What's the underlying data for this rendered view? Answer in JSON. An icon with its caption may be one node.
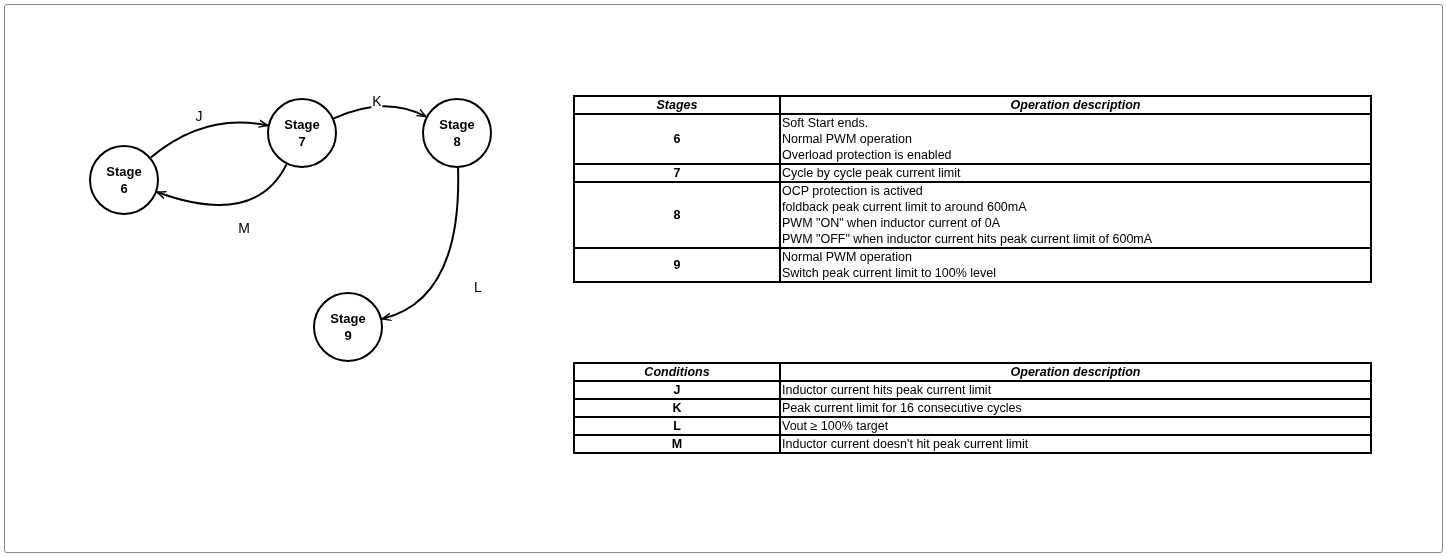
{
  "diagram": {
    "nodes": [
      {
        "text": [
          "Stage 6"
        ]
      },
      {
        "text": [
          "Stage 7"
        ]
      },
      {
        "text": [
          "Stage 8"
        ]
      },
      {
        "text": [
          "Stage 9"
        ]
      }
    ],
    "edges": [
      {
        "from": 0,
        "to": 1,
        "arrow": "to",
        "label": "J"
      },
      {
        "from": 1,
        "to": 2,
        "arrow": "to",
        "label": "K"
      },
      {
        "from": 2,
        "to": 3,
        "arrow": "to",
        "label": "L"
      },
      {
        "from": 1,
        "to": 0,
        "arrow": "to",
        "label": "M"
      }
    ],
    "labels": [
      "Stages",
      "Operation description",
      "6",
      "Soft Start ends.",
      "Normal PWM operation",
      "Overload protection is enabled",
      "7",
      "Cycle by cycle peak current limit",
      "8",
      "OCP protection is actived",
      "foldback peak current limit to around 600mA",
      "PWM \"ON\" when inductor current of 0A",
      "PWM \"OFF\" when inductor current hits peak current limit of 600mA",
      "9",
      "Normal PWM operation",
      "Switch peak current limit to 100% level",
      "Conditions",
      "Operation description",
      "J",
      "Inductor current hits peak current limit",
      "K",
      "Peak current limit for 16 consecutive cycles",
      "L",
      "Vout ≥ 100% target",
      "M",
      "Inductor current doesn't hit peak current limit"
    ]
  }
}
